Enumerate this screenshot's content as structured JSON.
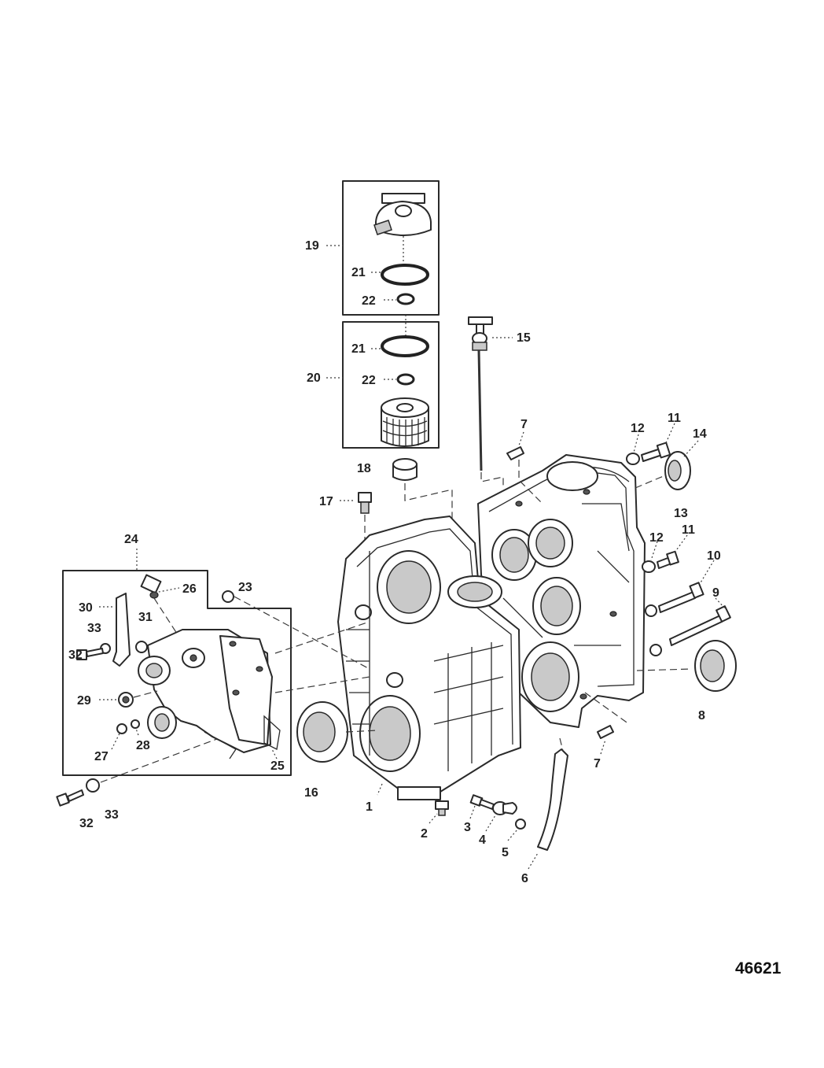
{
  "figure_number": "46621",
  "callouts": [
    {
      "id": "c19",
      "text": "19"
    },
    {
      "id": "c21a",
      "text": "21"
    },
    {
      "id": "c22a",
      "text": "22"
    },
    {
      "id": "c21b",
      "text": "21"
    },
    {
      "id": "c20",
      "text": "20"
    },
    {
      "id": "c22b",
      "text": "22"
    },
    {
      "id": "c15",
      "text": "15"
    },
    {
      "id": "c18",
      "text": "18"
    },
    {
      "id": "c17",
      "text": "17"
    },
    {
      "id": "c7a",
      "text": "7"
    },
    {
      "id": "c12a",
      "text": "12"
    },
    {
      "id": "c11a",
      "text": "11"
    },
    {
      "id": "c14",
      "text": "14"
    },
    {
      "id": "c13",
      "text": "13"
    },
    {
      "id": "c12b",
      "text": "12"
    },
    {
      "id": "c11b",
      "text": "11"
    },
    {
      "id": "c10",
      "text": "10"
    },
    {
      "id": "c9",
      "text": "9"
    },
    {
      "id": "c8",
      "text": "8"
    },
    {
      "id": "c7b",
      "text": "7"
    },
    {
      "id": "c24",
      "text": "24"
    },
    {
      "id": "c23",
      "text": "23"
    },
    {
      "id": "c26",
      "text": "26"
    },
    {
      "id": "c30",
      "text": "30"
    },
    {
      "id": "c31",
      "text": "31"
    },
    {
      "id": "c33a",
      "text": "33"
    },
    {
      "id": "c32a",
      "text": "32"
    },
    {
      "id": "c29",
      "text": "29"
    },
    {
      "id": "c27",
      "text": "27"
    },
    {
      "id": "c28",
      "text": "28"
    },
    {
      "id": "c25",
      "text": "25"
    },
    {
      "id": "c16",
      "text": "16"
    },
    {
      "id": "c1",
      "text": "1"
    },
    {
      "id": "c32b",
      "text": "32"
    },
    {
      "id": "c33b",
      "text": "33"
    },
    {
      "id": "c2",
      "text": "2"
    },
    {
      "id": "c3",
      "text": "3"
    },
    {
      "id": "c4",
      "text": "4"
    },
    {
      "id": "c5",
      "text": "5"
    },
    {
      "id": "c6",
      "text": "6"
    }
  ]
}
